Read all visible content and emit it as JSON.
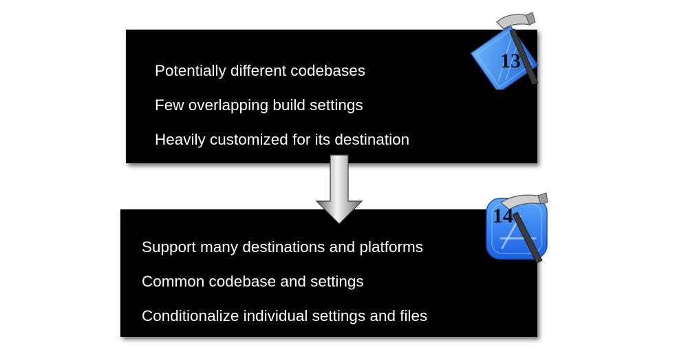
{
  "before": {
    "version_number": "13",
    "lines": [
      "Potentially different codebases",
      "Few overlapping build settings",
      "Heavily customized for its destination"
    ]
  },
  "after": {
    "version_number": "14",
    "lines": [
      "Support many destinations and platforms",
      "Common codebase and settings",
      "Conditionalize individual settings and files"
    ]
  },
  "icons": {
    "before_icon": "xcode-13-icon",
    "after_icon": "xcode-14-icon",
    "transition_icon": "down-arrow-icon"
  },
  "colors": {
    "panel_background": "#000000",
    "panel_text": "#ffffff",
    "xcode13_blue": "#3d8fe6",
    "xcode14_blue": "#2f7ef2",
    "arrow_gray": "#8a8a8a"
  }
}
